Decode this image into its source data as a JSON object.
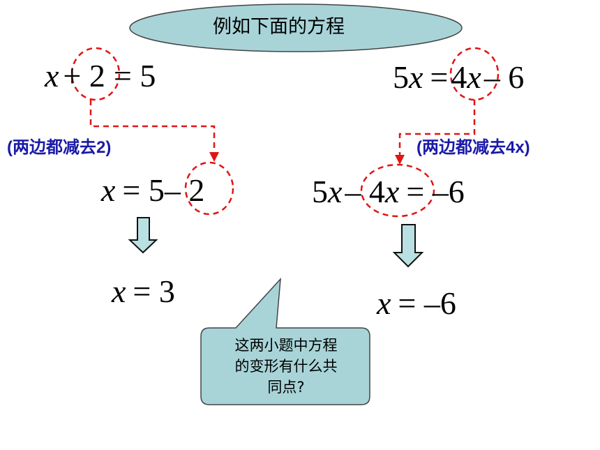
{
  "title": "例如下面的方程",
  "left": {
    "eq1": {
      "a": "x",
      "b": "+ 2",
      "c": "= 5"
    },
    "note": "(两边都减去2)",
    "eq2": {
      "a": "x",
      "b": "= 5",
      "c": "– 2"
    },
    "eq3": {
      "a": "x",
      "b": "= 3"
    }
  },
  "right": {
    "eq1": {
      "a": "5",
      "b": "x",
      "c": "=",
      "d": "4",
      "e": "x",
      "f": "– 6"
    },
    "note": "(两边都减去4x)",
    "eq2": {
      "a": "5",
      "b": "x",
      "c": "– 4",
      "d": "x",
      "e": "= –6"
    },
    "eq3": {
      "a": "x",
      "b": "= –6"
    }
  },
  "callout": {
    "line1": "这两小题中方程",
    "line2": "的变形有什么共",
    "line3": "同点?"
  },
  "colors": {
    "title_fill": "#a8d4d8",
    "callout_fill": "#a8d4d8",
    "arrow_fill": "#b9e0e3",
    "dash": "#e01515",
    "note": "#1a1aa8"
  }
}
